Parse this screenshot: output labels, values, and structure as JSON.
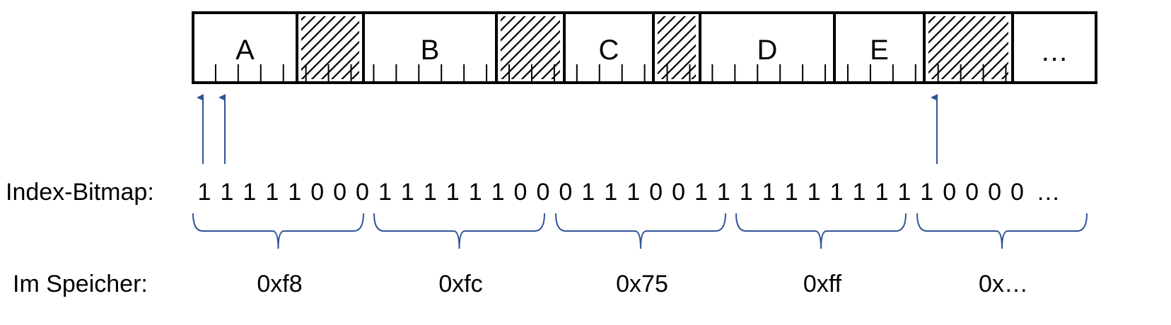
{
  "memory": {
    "blocks": [
      {
        "label": "A",
        "kind": "used"
      },
      {
        "label": "",
        "kind": "free"
      },
      {
        "label": "B",
        "kind": "used"
      },
      {
        "label": "",
        "kind": "free"
      },
      {
        "label": "C",
        "kind": "used"
      },
      {
        "label": "",
        "kind": "free"
      },
      {
        "label": "D",
        "kind": "used"
      },
      {
        "label": "E",
        "kind": "used"
      },
      {
        "label": "",
        "kind": "free"
      },
      {
        "label": "…",
        "kind": "more"
      }
    ]
  },
  "bitmap": {
    "label": "Index-Bitmap:",
    "bytes": [
      [
        "1",
        "1",
        "1",
        "1",
        "1",
        "0",
        "0",
        "0"
      ],
      [
        "1",
        "1",
        "1",
        "1",
        "1",
        "1",
        "0",
        "0"
      ],
      [
        "0",
        "1",
        "1",
        "1",
        "0",
        "0",
        "1",
        "1"
      ],
      [
        "1",
        "1",
        "1",
        "1",
        "1",
        "1",
        "1",
        "1"
      ],
      [
        "1",
        "0",
        "0",
        "0",
        "0",
        "…"
      ]
    ]
  },
  "storage": {
    "label": "Im Speicher:",
    "values": [
      "0xf8",
      "0xfc",
      "0x75",
      "0xff",
      "0x…"
    ]
  },
  "colors": {
    "arrow": "#2f5597",
    "brace": "#2f5597",
    "outline": "#000000",
    "text": "#000000"
  }
}
